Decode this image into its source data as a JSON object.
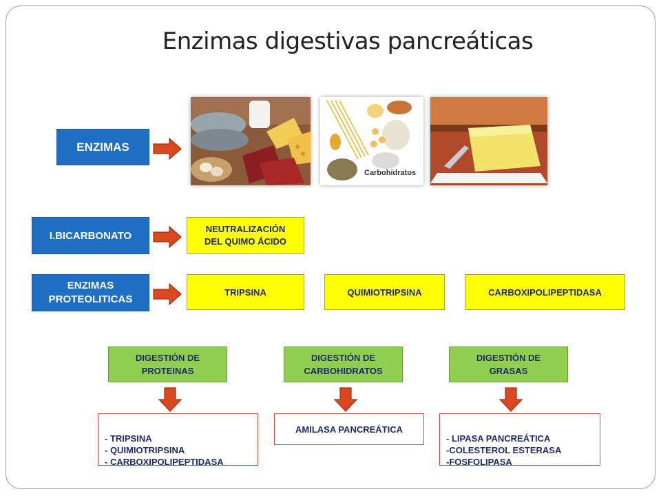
{
  "title": "Enzimas digestivas pancreáticas",
  "row_enzimas": {
    "label": "ENZIMAS"
  },
  "images": [
    {
      "name": "proteins-image",
      "caption": ""
    },
    {
      "name": "carbohydrates-image",
      "caption": "Carbohidratos"
    },
    {
      "name": "fats-image",
      "caption": ""
    }
  ],
  "row_bicarbonato": {
    "label": "I.BICARBONATO",
    "result": "NEUTRALIZACIÓN\nDEL QUIMO ÁCIDO"
  },
  "row_proteoliticas": {
    "label": "ENZIMAS\nPROTEOLITICAS",
    "items": [
      "TRIPSINA",
      "QUIMIOTRIPSINA",
      "CARBOXIPOLIPEPTIDASA"
    ]
  },
  "digestion": [
    {
      "title": "DIGESTIÓN DE\nPROTEINAS",
      "detail": "- TRIPSINA\n- QUIMIOTRIPSINA\n- CARBOXIPOLIPEPTIDASA"
    },
    {
      "title": "DIGESTIÓN DE\nCARBOHIDRATOS",
      "detail": "AMILASA PANCREÁTICA"
    },
    {
      "title": "DIGESTIÓN DE\nGRASAS",
      "detail": "- LIPASA PANCREÁTICA\n-COLESTEROL ESTERASA\n-FOSFOLIPASA"
    }
  ],
  "colors": {
    "blue": "#1f6fc4",
    "yellow": "#ffff00",
    "green": "#8fce4f",
    "arrow": "#d9481f",
    "arrow_outline": "#9e2f10"
  }
}
